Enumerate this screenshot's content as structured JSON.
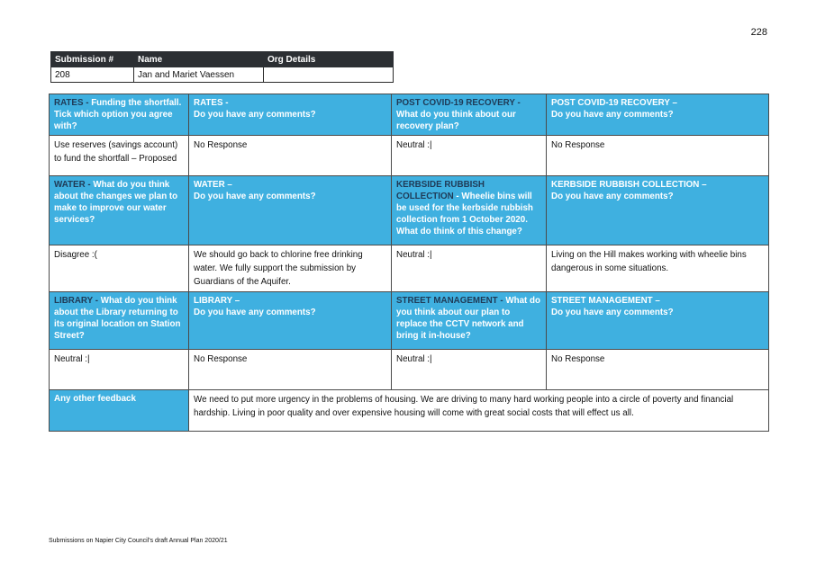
{
  "page_number": "228",
  "submission_table": {
    "headers": [
      "Submission #",
      "Name",
      "Org Details"
    ],
    "row": [
      "208",
      "Jan and Mariet Vaessen",
      ""
    ]
  },
  "questions": {
    "rates": {
      "q_lead": "RATES - ",
      "q_rest": "Funding the shortfall. Tick which option you agree with?",
      "c_title": "RATES -",
      "c_sub": "Do you have any comments?",
      "answer": "Use reserves (savings account) to fund the shortfall – Proposed",
      "comment": "No Response"
    },
    "covid": {
      "q_lead": "POST COVID-19 RECOVERY - ",
      "q_rest": "What do you think about our recovery plan?",
      "c_title": "POST COVID-19 RECOVERY –",
      "c_sub": "Do you have any comments?",
      "answer": "Neutral :|",
      "comment": "No Response"
    },
    "water": {
      "q_lead": "WATER - ",
      "q_rest": "What do you think about the changes we plan to make to improve our water services?",
      "c_title": "WATER –",
      "c_sub": "Do you have any comments?",
      "answer": "Disagree :(",
      "comment": "We should go back to chlorine free drinking water. We fully support the submission by Guardians of the Aquifer."
    },
    "kerbside": {
      "q_lead": "KERBSIDE RUBBISH COLLECTION ",
      "q_rest": "- Wheelie bins will be used for the kerbside rubbish collection from 1 October 2020. What do think of this change?",
      "c_title": "KERBSIDE RUBBISH COLLECTION –",
      "c_sub": "Do you have any comments?",
      "answer": "Neutral :|",
      "comment": "Living on the Hill makes working with wheelie bins dangerous in some situations."
    },
    "library": {
      "q_lead": "LIBRARY - ",
      "q_rest": "What do you think about the Library returning to its original location on Station Street?",
      "c_title": "LIBRARY –",
      "c_sub": "Do you have any comments?",
      "answer": "Neutral :|",
      "comment": "No Response"
    },
    "street": {
      "q_lead": "STREET MANAGEMENT - ",
      "q_rest": "What do you think about our plan to replace the CCTV network and bring it in-house?",
      "c_title": "STREET MANAGEMENT –",
      "c_sub": "Do you have any comments?",
      "answer": "Neutral :|",
      "comment": "No Response"
    }
  },
  "other_feedback": {
    "label": "Any other feedback",
    "text": "We need to put more urgency in the problems of housing. We are driving to many hard working people into a circle of poverty and financial hardship. Living in poor quality and over expensive housing will come with great social costs that will effect us all."
  },
  "footer": "Submissions on Napier City Council's draft Annual Plan 2020/21"
}
